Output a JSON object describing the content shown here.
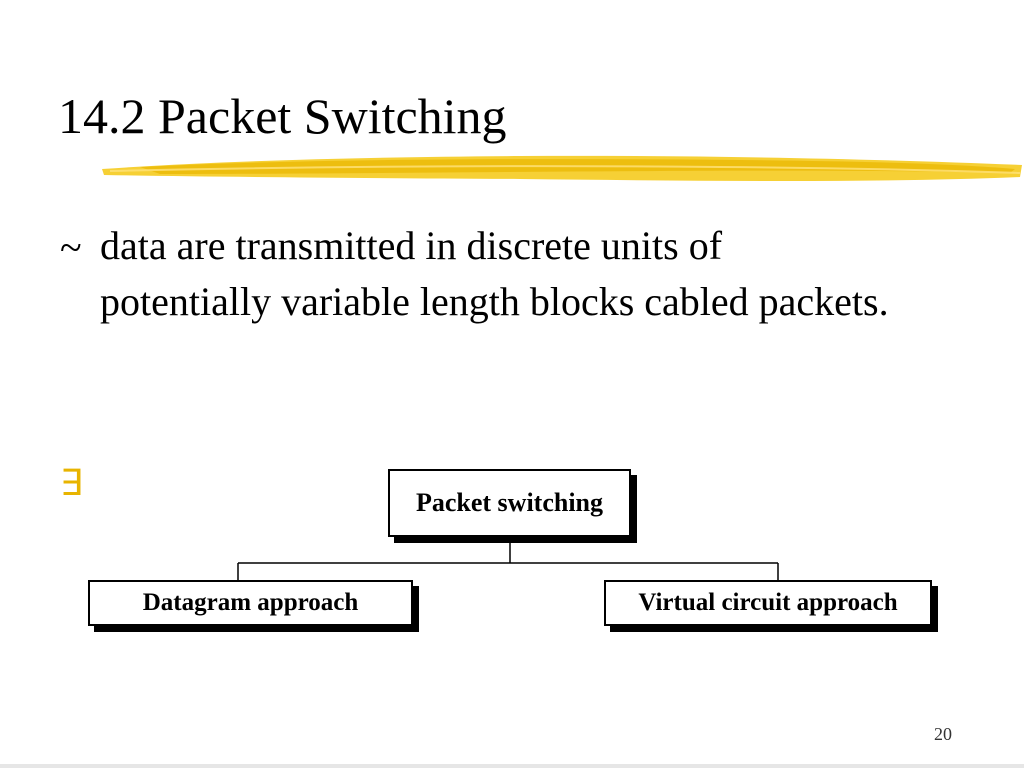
{
  "slide": {
    "title": "14.2 Packet Switching",
    "bullets": [
      {
        "marker": "~",
        "text": "data are transmitted in discrete units of potentially variable length blocks cabled packets."
      },
      {
        "marker": "∃",
        "text": ""
      }
    ],
    "page_number": "20"
  },
  "diagram": {
    "root": "Packet switching",
    "children": [
      "Datagram approach",
      "Virtual circuit approach"
    ]
  },
  "colors": {
    "highlighter": "#f2c200",
    "bullet_accent": "#e8b400"
  }
}
